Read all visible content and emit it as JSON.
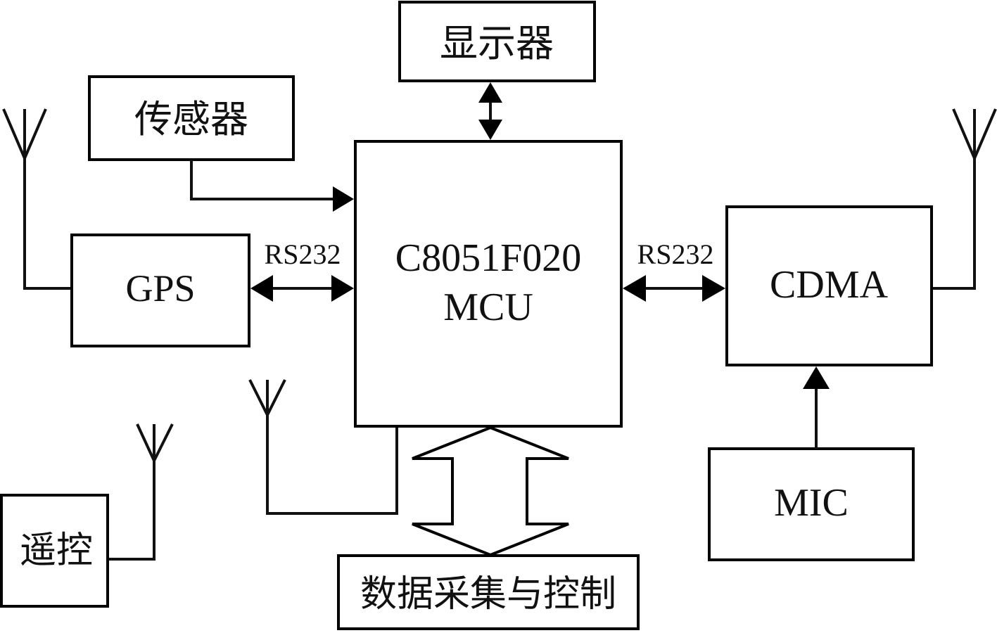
{
  "diagram": {
    "title": "",
    "blocks": {
      "display": "显示器",
      "sensor": "传感器",
      "gps": "GPS",
      "mcu_line1": "C8051F020",
      "mcu_line2": "MCU",
      "cdma": "CDMA",
      "mic": "MIC",
      "remote": "遥控",
      "daq": "数据采集与控制"
    },
    "links": {
      "gps_mcu": "RS232",
      "mcu_cdma": "RS232"
    },
    "connections": [
      {
        "from": "display",
        "to": "mcu",
        "type": "bidirectional"
      },
      {
        "from": "sensor",
        "to": "mcu",
        "type": "unidirectional"
      },
      {
        "from": "gps",
        "to": "mcu",
        "type": "bidirectional",
        "label": "RS232"
      },
      {
        "from": "mcu",
        "to": "cdma",
        "type": "bidirectional",
        "label": "RS232"
      },
      {
        "from": "mic",
        "to": "cdma",
        "type": "unidirectional"
      },
      {
        "from": "mcu",
        "to": "daq",
        "type": "bus-bidirectional"
      },
      {
        "from": "gps",
        "to": "antenna",
        "type": "wire"
      },
      {
        "from": "cdma",
        "to": "antenna",
        "type": "wire"
      },
      {
        "from": "mcu",
        "to": "antenna",
        "type": "wire"
      },
      {
        "from": "remote",
        "to": "antenna",
        "type": "wire"
      }
    ]
  }
}
